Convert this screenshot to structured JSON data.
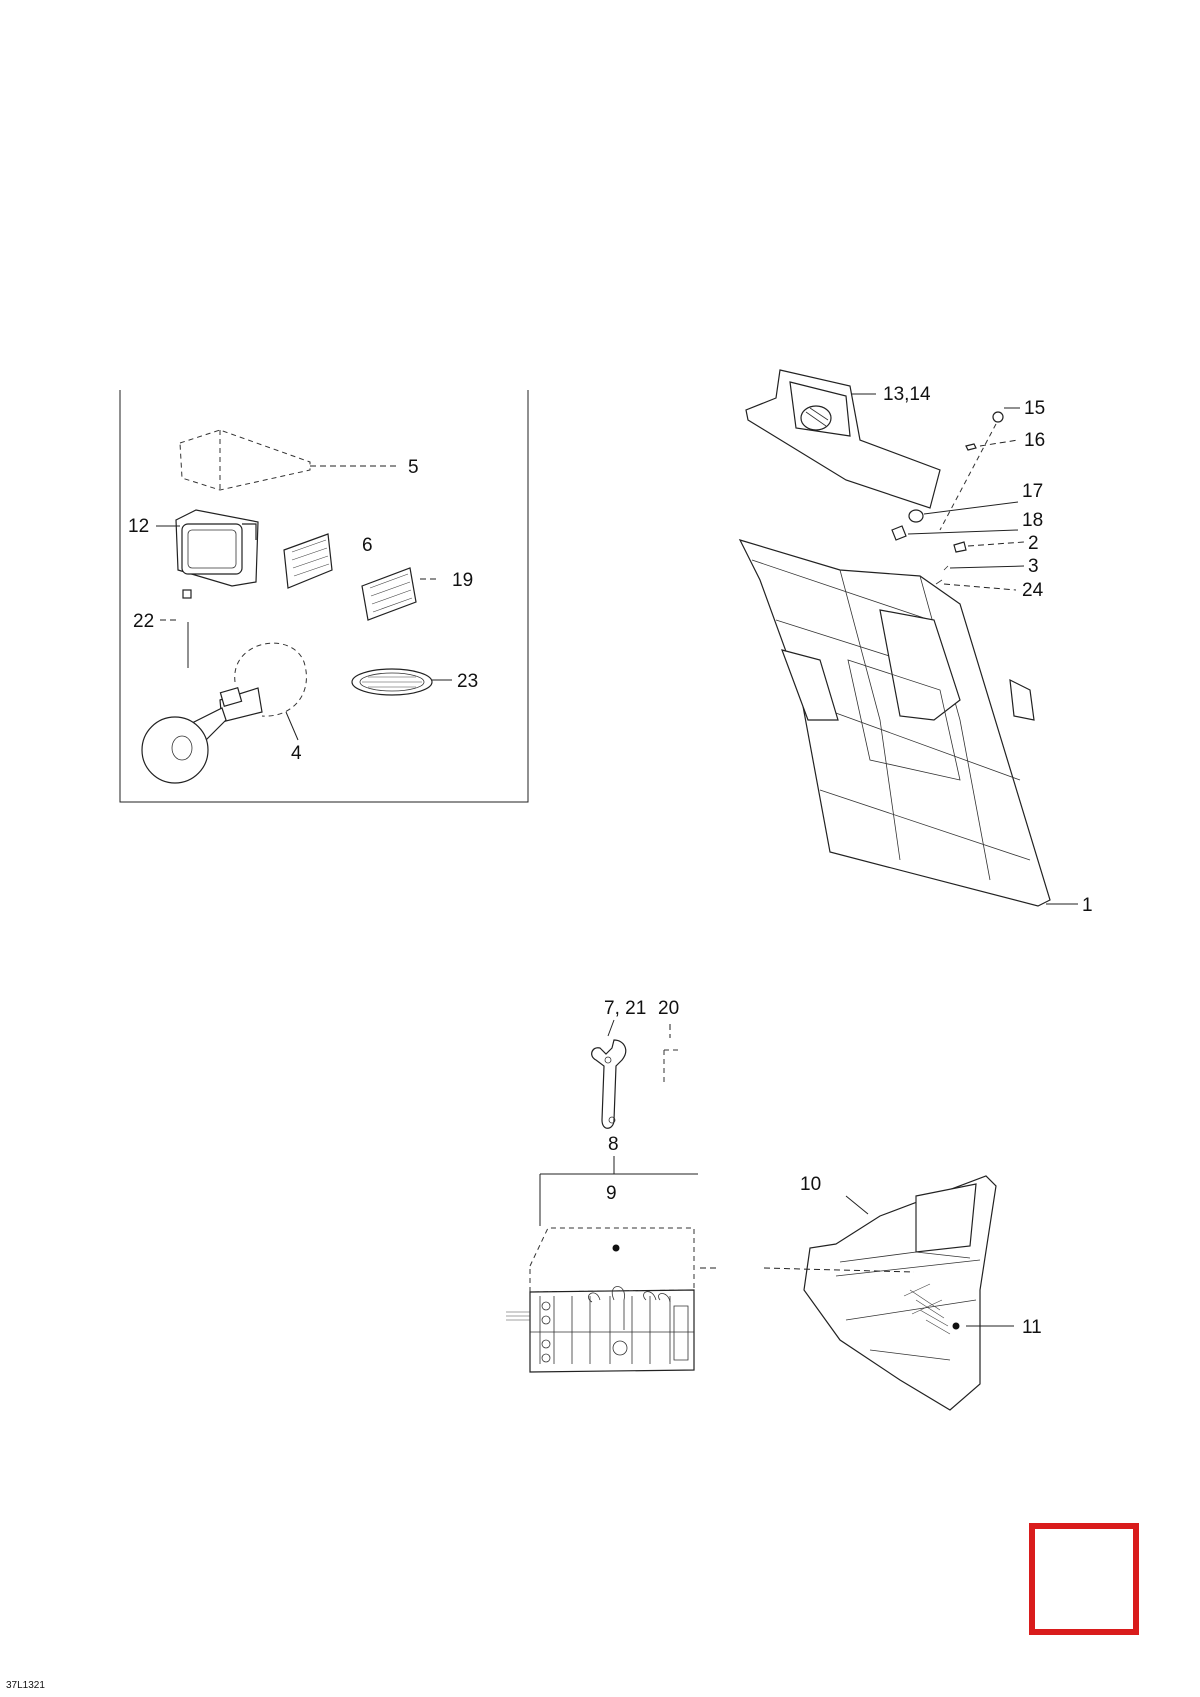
{
  "diagram": {
    "callouts": {
      "c5": "5",
      "c12": "12",
      "c6": "6",
      "c19": "19",
      "c22": "22",
      "c23": "23",
      "c4": "4",
      "c13_14": "13,14",
      "c15": "15",
      "c16": "16",
      "c17": "17",
      "c18": "18",
      "c2": "2",
      "c3": "3",
      "c24": "24",
      "c1": "1",
      "c7_21": "7, 21",
      "c20": "20",
      "c8": "8",
      "c9": "9",
      "c10": "10",
      "c11": "11"
    },
    "drawing_code": "37L1321",
    "colors": {
      "line": "#222222",
      "marker": "#d91c1c"
    }
  }
}
